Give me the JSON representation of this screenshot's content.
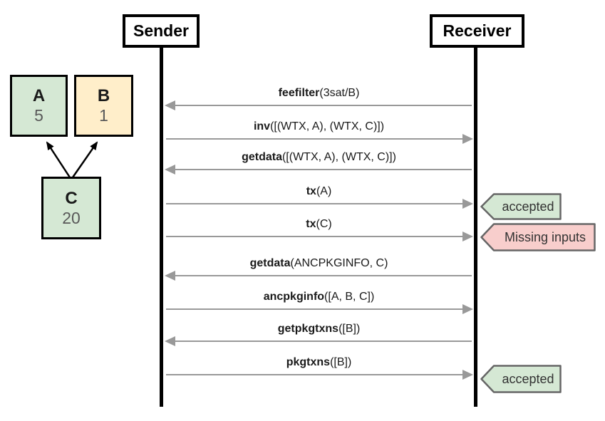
{
  "actors": [
    {
      "label": "Sender"
    },
    {
      "label": "Receiver"
    }
  ],
  "tx_graph": {
    "nodes": [
      {
        "id": "A",
        "fee": "5",
        "color": "green"
      },
      {
        "id": "B",
        "fee": "1",
        "color": "yellow"
      },
      {
        "id": "C",
        "fee": "20",
        "color": "green"
      }
    ],
    "edges": [
      {
        "from": "C",
        "to": "A"
      },
      {
        "from": "C",
        "to": "B"
      }
    ]
  },
  "messages": [
    {
      "name": "feefilter",
      "args": "(3sat/B)",
      "direction": "receiver-to-sender"
    },
    {
      "name": "inv",
      "args": "([(WTX, A), (WTX, C)])",
      "direction": "sender-to-receiver"
    },
    {
      "name": "getdata",
      "args": "([(WTX, A), (WTX, C)])",
      "direction": "receiver-to-sender"
    },
    {
      "name": "tx",
      "args": "(A)",
      "direction": "sender-to-receiver"
    },
    {
      "name": "tx",
      "args": "(C)",
      "direction": "sender-to-receiver"
    },
    {
      "name": "getdata",
      "args": "(ANCPKGINFO, C)",
      "direction": "receiver-to-sender"
    },
    {
      "name": "ancpkginfo",
      "args": "([A, B, C])",
      "direction": "sender-to-receiver"
    },
    {
      "name": "getpkgtxns",
      "args": "([B])",
      "direction": "receiver-to-sender"
    },
    {
      "name": "pkgtxns",
      "args": "([B])",
      "direction": "sender-to-receiver"
    }
  ],
  "flags": [
    {
      "label": "accepted",
      "status": "success"
    },
    {
      "label": "Missing inputs",
      "status": "error"
    },
    {
      "label": "accepted",
      "status": "success"
    }
  ],
  "colors": {
    "node_green": "#d5e8d4",
    "node_yellow": "#ffeeca",
    "flag_success_bg": "#d5e8d4",
    "flag_error_bg": "#f8cecc",
    "flag_border": "#666666",
    "arrow_gray": "#999999",
    "line_black": "#000000"
  }
}
